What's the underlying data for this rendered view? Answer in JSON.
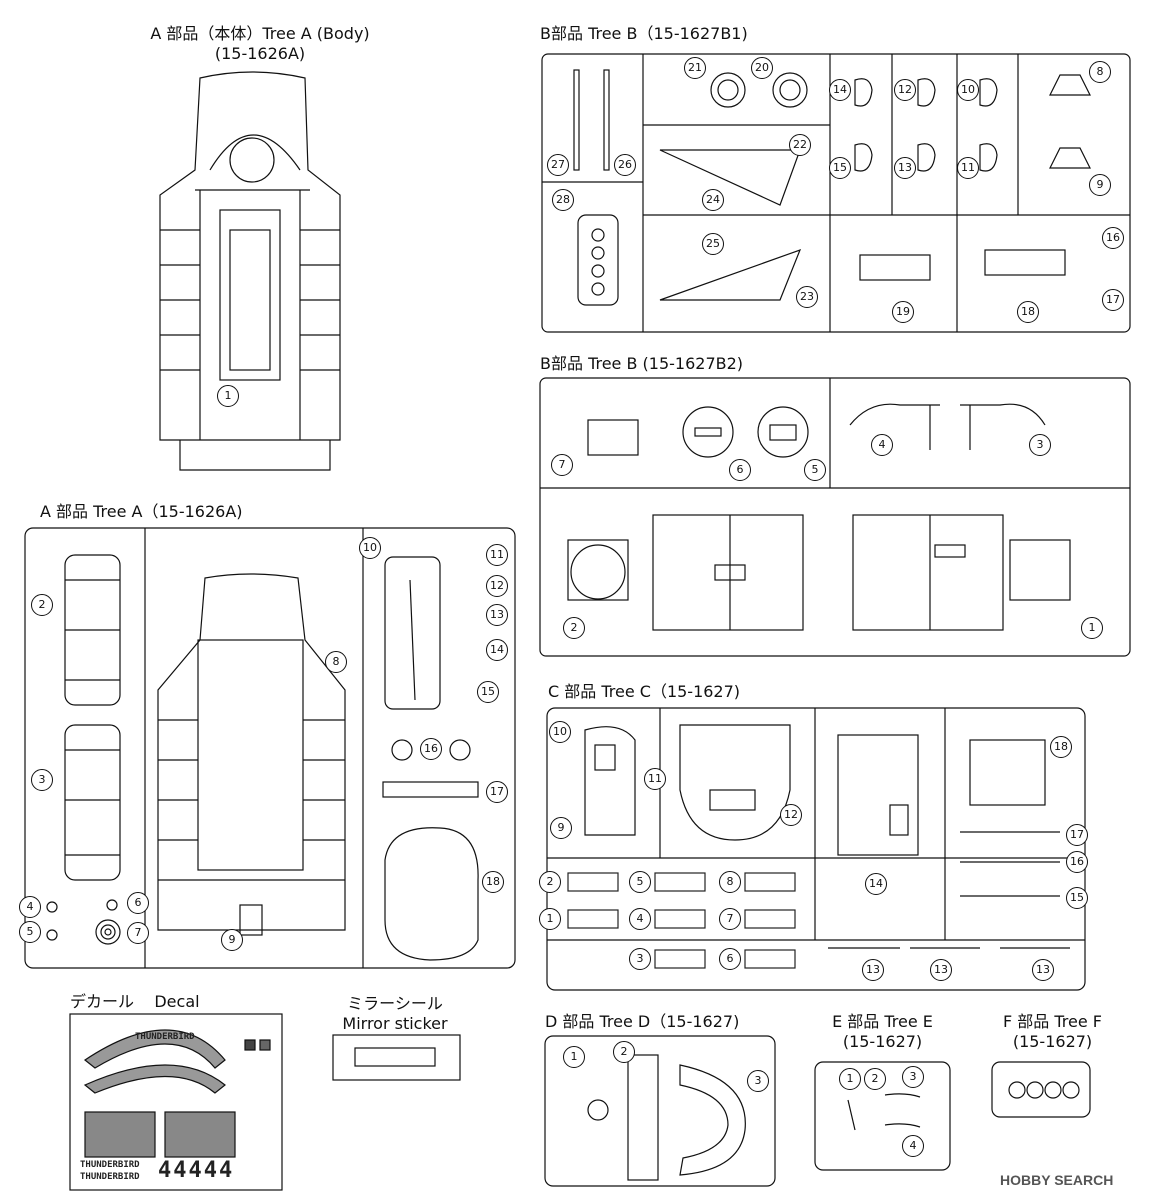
{
  "titles": {
    "tree_a_body": {
      "line1": "A 部品（本体）Tree A (Body)",
      "line2": "(15-1626A)"
    },
    "tree_a": "A 部品 Tree A（15-1626A)",
    "tree_b1": "B部品 Tree B（15-1627B1)",
    "tree_b2": "B部品 Tree B (15-1627B2)",
    "tree_c": "C 部品 Tree C（15-1627)",
    "tree_d": "D 部品 Tree D（15-1627)",
    "tree_e": {
      "line1": "E 部品 Tree E",
      "line2": "(15-1627)"
    },
    "tree_f": {
      "line1": "F 部品 Tree F",
      "line2": "(15-1627)"
    },
    "decal": {
      "jp": "デカール",
      "en": "Decal"
    },
    "mirror": {
      "jp": "ミラーシール",
      "en": "Mirror sticker"
    }
  },
  "decal_texts": {
    "brand1": "THUNDERBIRD",
    "brand2": "THUNDERBIRD",
    "brand3": "THUNDERBIRD",
    "numbers": "44444"
  },
  "watermark": "HOBBY SEARCH",
  "parts": {
    "a_body": [
      "1"
    ],
    "b1": [
      "21",
      "20",
      "14",
      "12",
      "10",
      "8",
      "27",
      "26",
      "22",
      "15",
      "13",
      "11",
      "9",
      "28",
      "24",
      "25",
      "16",
      "17",
      "23",
      "19",
      "18"
    ],
    "b2": [
      "7",
      "6",
      "5",
      "4",
      "3",
      "2",
      "1"
    ],
    "a": [
      "10",
      "11",
      "12",
      "13",
      "14",
      "2",
      "8",
      "15",
      "16",
      "17",
      "3",
      "18",
      "4",
      "6",
      "5",
      "7",
      "9"
    ],
    "c": [
      "10",
      "11",
      "12",
      "18",
      "9",
      "17",
      "16",
      "2",
      "5",
      "8",
      "14",
      "1",
      "4",
      "7",
      "15",
      "3",
      "6",
      "13",
      "13",
      "13"
    ],
    "d": [
      "1",
      "2",
      "3"
    ],
    "e": [
      "1",
      "2",
      "3",
      "4"
    ]
  }
}
